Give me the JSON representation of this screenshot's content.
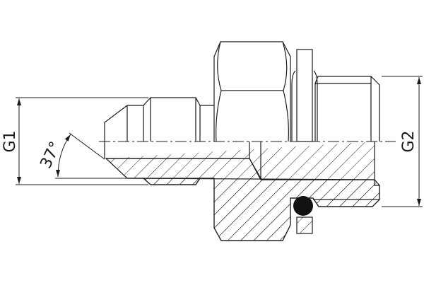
{
  "drawing": {
    "labels": {
      "g1": "G1",
      "g2": "G2",
      "angle": "37°"
    },
    "colors": {
      "line": "#1a1a1a",
      "hatch": "#1a1a1a",
      "oring": "#111111",
      "background": "#ffffff"
    }
  }
}
